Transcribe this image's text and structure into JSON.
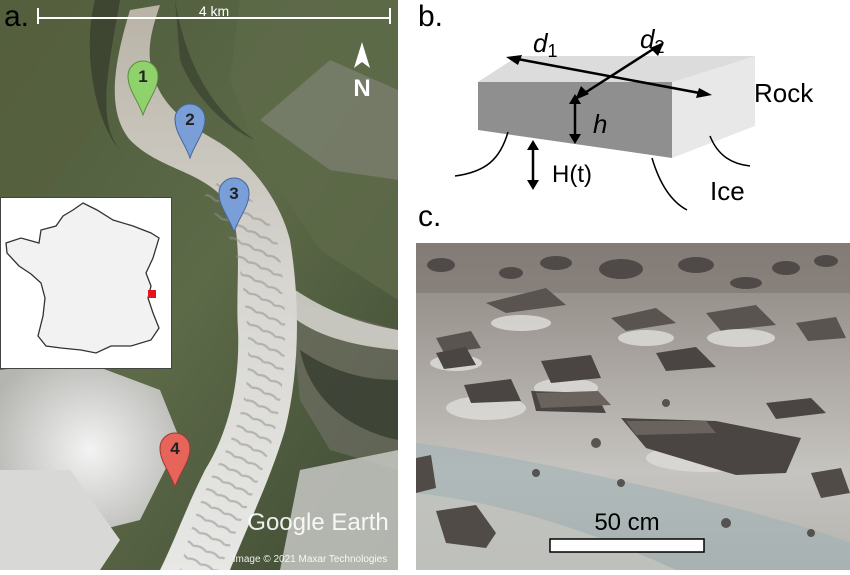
{
  "panel_a": {
    "label": "a.",
    "scale_bar_text": "4 km",
    "north_label": "N",
    "markers": [
      "1",
      "2",
      "3",
      "4"
    ],
    "watermark": "Google Earth",
    "credit": "Image © 2021 Maxar Technologies",
    "colors": {
      "marker_green": "#8fd16a",
      "marker_blue": "#7a9ed8",
      "marker_red": "#e6645a",
      "france_marker": "#e0161b"
    }
  },
  "panel_b": {
    "label": "b.",
    "d1": "d",
    "d1_sub": "1",
    "d2": "d",
    "d2_sub": "2",
    "h": "h",
    "H_t": "H(t)",
    "rock_label": "Rock",
    "ice_label": "Ice"
  },
  "panel_c": {
    "label": "c.",
    "scale_bar_text": "50 cm"
  }
}
